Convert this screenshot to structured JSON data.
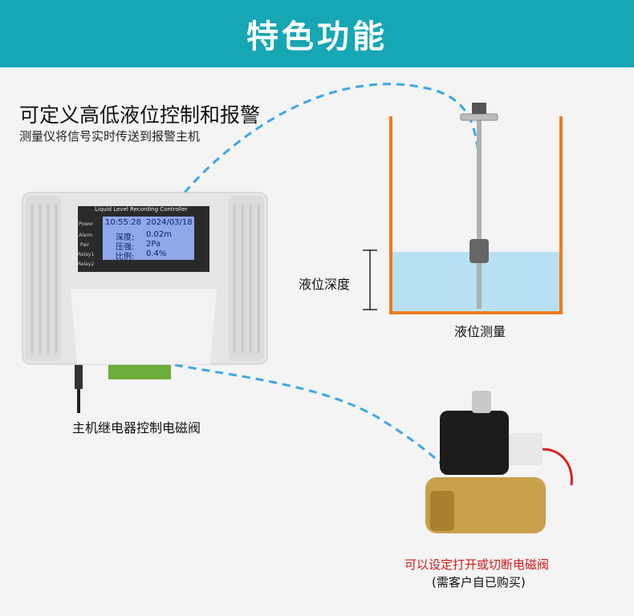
{
  "banner": {
    "title": "特色功能"
  },
  "intro": {
    "heading": "可定义高低液位控制和报警",
    "subheading": "测量仪将信号实时传送到报警主机"
  },
  "controller": {
    "title": "Liquid Level Recording Controller",
    "time": "10:55:28",
    "date": "2024/03/18",
    "depth_label": "深度:",
    "depth_value": "0.02m",
    "pressure_label": "压强:",
    "pressure_value": "2Pa",
    "ratio_label": "比例:",
    "ratio_value": "0.4%",
    "indicators": [
      "Power",
      "Alarm",
      "Pair",
      "Relay1",
      "Relay2"
    ]
  },
  "tank": {
    "depth_label": "液位深度",
    "caption": "液位测量"
  },
  "relay_caption": "主机继电器控制电磁阀",
  "valve": {
    "caption_red": "可以设定打开或切断电磁阀",
    "caption_note": "(需客户自已购买)"
  },
  "colors": {
    "banner": "#17a6b3",
    "tank_border": "#f07a1c",
    "water": "#b7e1f2",
    "dashed_line": "#3ba7e6",
    "red_caption": "#d21a1a"
  }
}
